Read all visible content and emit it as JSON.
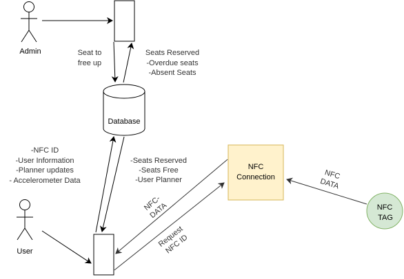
{
  "colors": {
    "stroke": "#000000",
    "nfc_connection_fill": "#fff2cc",
    "nfc_connection_stroke": "#d6b656",
    "nfc_tag_fill": "#d5e8d4",
    "nfc_tag_stroke": "#82b366",
    "arrow_gray": "#333333"
  },
  "actors": {
    "admin": "Admin",
    "user": "User"
  },
  "nodes": {
    "database": "Database",
    "nfc_connection": [
      "NFC",
      "Connection"
    ],
    "nfc_tag": [
      "NFC",
      "TAG"
    ]
  },
  "edge_labels": {
    "seat_to_free_up": [
      "Seat to",
      "free up"
    ],
    "seats_reserved_admin": [
      "Seats Reserved",
      "-Overdue seats",
      "-Absent Seats"
    ],
    "user_to_db": [
      "-NFC ID",
      "-User Information",
      "-Planner updates",
      "- Accelerometer Data"
    ],
    "db_to_user": [
      "-Seats Reserved",
      "-Seats Free",
      "-User Planner"
    ],
    "nfc_data_to_user": [
      "NFC-",
      "DATA"
    ],
    "request_nfc_id": [
      "Request",
      "NFC ID"
    ],
    "nfc_data_from_tag": [
      "NFC",
      "DATA"
    ]
  }
}
